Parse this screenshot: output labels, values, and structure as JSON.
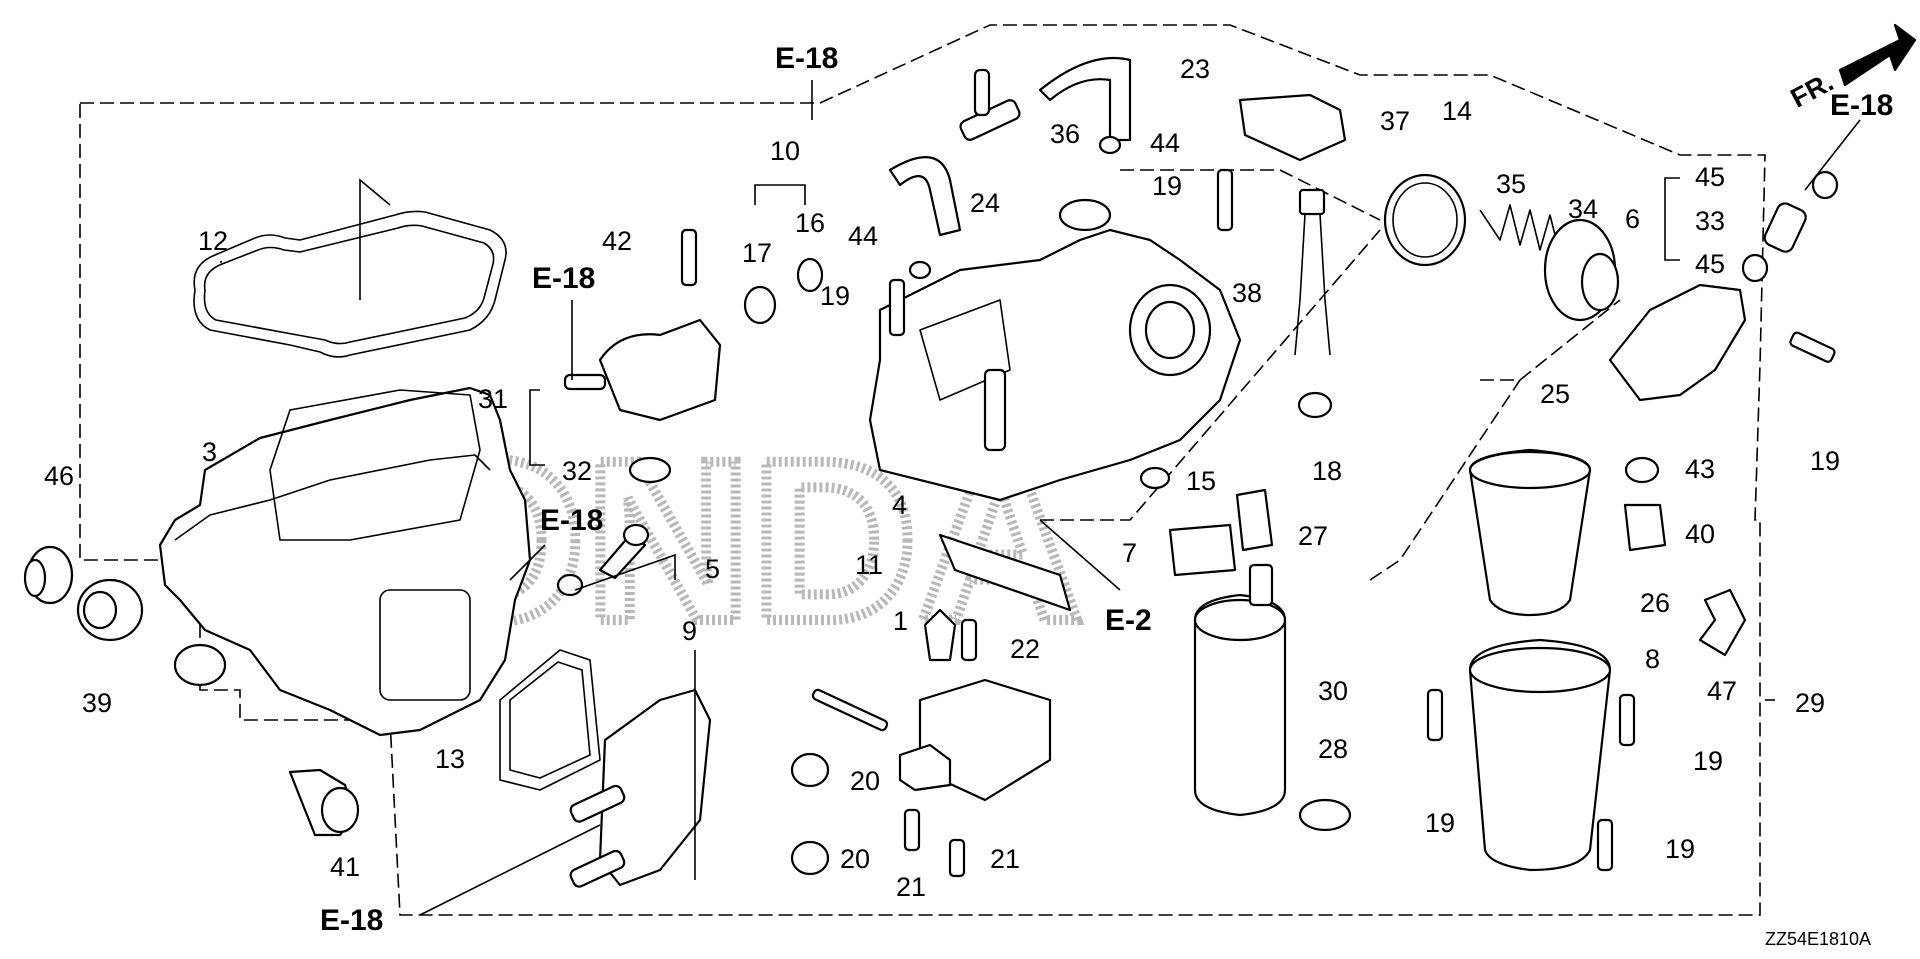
{
  "diagram": {
    "code": "ZZ54E1810A",
    "watermark": "HONDA",
    "front_label": "FR.",
    "part_numbers": [
      "1",
      "3",
      "4",
      "5",
      "6",
      "7",
      "8",
      "9",
      "10",
      "11",
      "12",
      "13",
      "14",
      "15",
      "16",
      "17",
      "18",
      "19",
      "20",
      "21",
      "22",
      "23",
      "24",
      "25",
      "26",
      "27",
      "28",
      "29",
      "30",
      "31",
      "32",
      "33",
      "34",
      "35",
      "36",
      "37",
      "38",
      "39",
      "40",
      "41",
      "42",
      "43",
      "44",
      "45",
      "46",
      "47"
    ],
    "labels": [
      {
        "id": "c1",
        "text": "1"
      },
      {
        "id": "c3",
        "text": "3"
      },
      {
        "id": "c4",
        "text": "4"
      },
      {
        "id": "c5",
        "text": "5"
      },
      {
        "id": "c6",
        "text": "6"
      },
      {
        "id": "c7",
        "text": "7"
      },
      {
        "id": "c8",
        "text": "8"
      },
      {
        "id": "c9",
        "text": "9"
      },
      {
        "id": "c10",
        "text": "10"
      },
      {
        "id": "c11",
        "text": "11"
      },
      {
        "id": "c12",
        "text": "12"
      },
      {
        "id": "c13",
        "text": "13"
      },
      {
        "id": "c14",
        "text": "14"
      },
      {
        "id": "c15",
        "text": "15"
      },
      {
        "id": "c16",
        "text": "16"
      },
      {
        "id": "c17",
        "text": "17"
      },
      {
        "id": "c18",
        "text": "18"
      },
      {
        "id": "c19a",
        "text": "19"
      },
      {
        "id": "c19b",
        "text": "19"
      },
      {
        "id": "c19c",
        "text": "19"
      },
      {
        "id": "c19d",
        "text": "19"
      },
      {
        "id": "c19e",
        "text": "19"
      },
      {
        "id": "c19f",
        "text": "19"
      },
      {
        "id": "c20a",
        "text": "20"
      },
      {
        "id": "c20b",
        "text": "20"
      },
      {
        "id": "c21a",
        "text": "21"
      },
      {
        "id": "c21b",
        "text": "21"
      },
      {
        "id": "c22",
        "text": "22"
      },
      {
        "id": "c23",
        "text": "23"
      },
      {
        "id": "c24",
        "text": "24"
      },
      {
        "id": "c25",
        "text": "25"
      },
      {
        "id": "c26",
        "text": "26"
      },
      {
        "id": "c27",
        "text": "27"
      },
      {
        "id": "c28",
        "text": "28"
      },
      {
        "id": "c29",
        "text": "29"
      },
      {
        "id": "c30",
        "text": "30"
      },
      {
        "id": "c31",
        "text": "31"
      },
      {
        "id": "c32",
        "text": "32"
      },
      {
        "id": "c33",
        "text": "33"
      },
      {
        "id": "c34",
        "text": "34"
      },
      {
        "id": "c35",
        "text": "35"
      },
      {
        "id": "c36",
        "text": "36"
      },
      {
        "id": "c37",
        "text": "37"
      },
      {
        "id": "c38",
        "text": "38"
      },
      {
        "id": "c39",
        "text": "39"
      },
      {
        "id": "c40",
        "text": "40"
      },
      {
        "id": "c41",
        "text": "41"
      },
      {
        "id": "c42",
        "text": "42"
      },
      {
        "id": "c43",
        "text": "43"
      },
      {
        "id": "c44a",
        "text": "44"
      },
      {
        "id": "c44b",
        "text": "44"
      },
      {
        "id": "c45a",
        "text": "45"
      },
      {
        "id": "c45b",
        "text": "45"
      },
      {
        "id": "c46",
        "text": "46"
      },
      {
        "id": "c47",
        "text": "47"
      }
    ],
    "refs": [
      {
        "id": "r1",
        "text": "E-18"
      },
      {
        "id": "r2",
        "text": "E-18"
      },
      {
        "id": "r3",
        "text": "E-18"
      },
      {
        "id": "r4",
        "text": "E-18"
      },
      {
        "id": "r5",
        "text": "E-18"
      },
      {
        "id": "r6",
        "text": "E-2"
      }
    ]
  }
}
